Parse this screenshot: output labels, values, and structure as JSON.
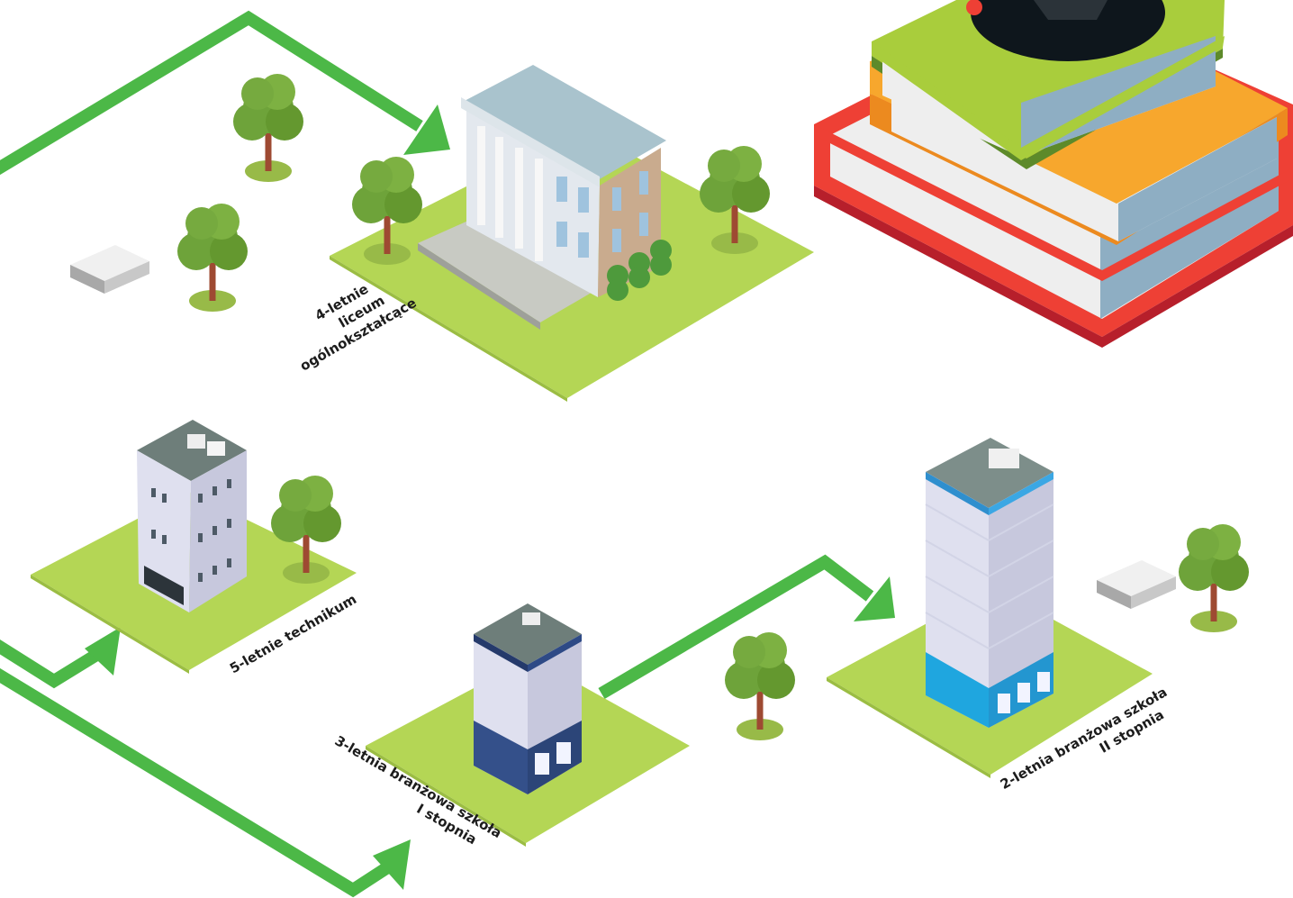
{
  "labels": {
    "liceum": [
      "4-letnie",
      "liceum",
      "ogólnokształcące"
    ],
    "technikum": [
      "5-letnie technikum"
    ],
    "branzowa1": [
      "3-letnia branżowa szkoła",
      "I stopnia"
    ],
    "branzowa2": [
      "2-letnia branżowa szkoła",
      "II stopnia"
    ]
  },
  "colors": {
    "path_arrow": "#4cb847",
    "lawn": "#b4d655",
    "book_red": "#ee4035",
    "book_orange": "#f7a72d",
    "book_green": "#a9cd3c"
  }
}
